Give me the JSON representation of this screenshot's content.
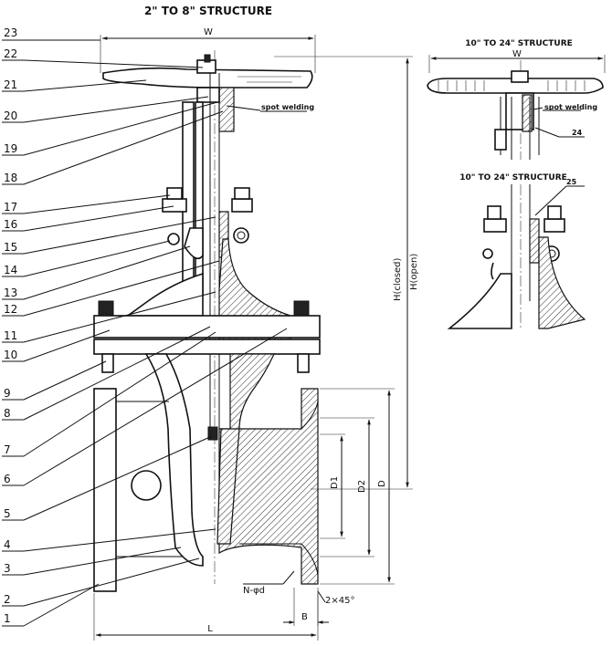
{
  "titles": {
    "main": "2\" TO 8\" STRUCTURE",
    "inset_top": "10\" TO 24\" STRUCTURE",
    "inset_bottom": "10\" TO 24\" STRUCTURE"
  },
  "callouts": {
    "main": [
      "23",
      "22",
      "21",
      "20",
      "19",
      "18",
      "17",
      "16",
      "15",
      "14",
      "13",
      "12",
      "11",
      "10",
      "9",
      "8",
      "7",
      "6",
      "5",
      "4",
      "3",
      "2",
      "1"
    ],
    "inset_top": "24",
    "inset_bottom": "25"
  },
  "notes": {
    "spot_welding_main": "spot welding",
    "spot_welding_inset": "spot welding"
  },
  "dimensions": {
    "W_main": "W",
    "W_inset": "W",
    "H_closed": "H(closed)",
    "H_open": "H(open)",
    "D1": "D1",
    "D2": "D2",
    "D": "D",
    "N_phi_d": "N-φd",
    "chamfer": "2×45°",
    "B": "B",
    "L": "L"
  }
}
